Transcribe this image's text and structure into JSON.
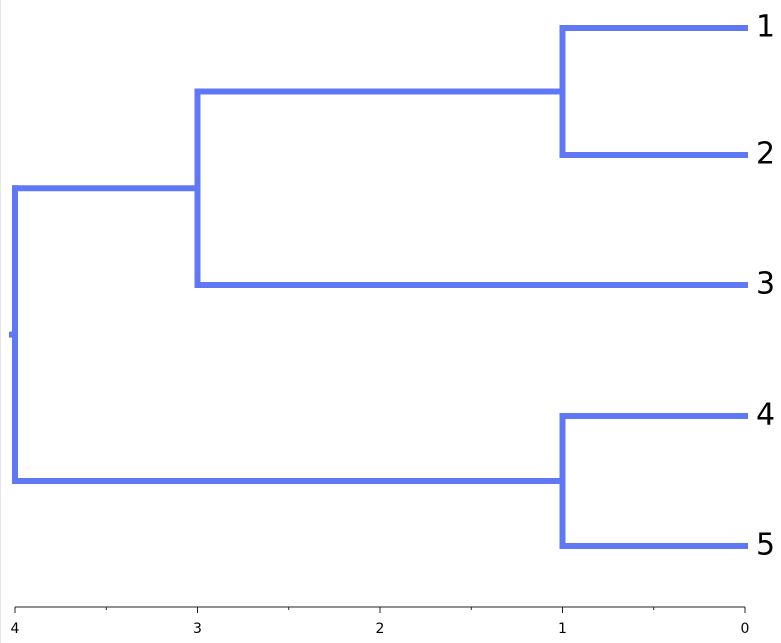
{
  "chart_data": {
    "type": "dendrogram",
    "orientation": "right-to-left",
    "line_color": "#5f79f5",
    "axis_color": "#222222",
    "xlim": [
      4,
      0
    ],
    "ticks": {
      "major": [
        4,
        3,
        2,
        1,
        0
      ],
      "minor": [
        3.5,
        2.5,
        1.5,
        0.5
      ],
      "labels": [
        "4",
        "3",
        "2",
        "1",
        "0"
      ]
    },
    "leaves": [
      {
        "id": "1",
        "label": "1"
      },
      {
        "id": "2",
        "label": "2"
      },
      {
        "id": "3",
        "label": "3"
      },
      {
        "id": "4",
        "label": "4"
      },
      {
        "id": "5",
        "label": "5"
      }
    ],
    "merges": [
      {
        "id": "a",
        "children": [
          "1",
          "2"
        ],
        "height": 1
      },
      {
        "id": "b",
        "children": [
          "a",
          "3"
        ],
        "height": 3
      },
      {
        "id": "c",
        "children": [
          "4",
          "5"
        ],
        "height": 1
      },
      {
        "id": "root",
        "children": [
          "b",
          "c"
        ],
        "height": 4
      }
    ]
  }
}
